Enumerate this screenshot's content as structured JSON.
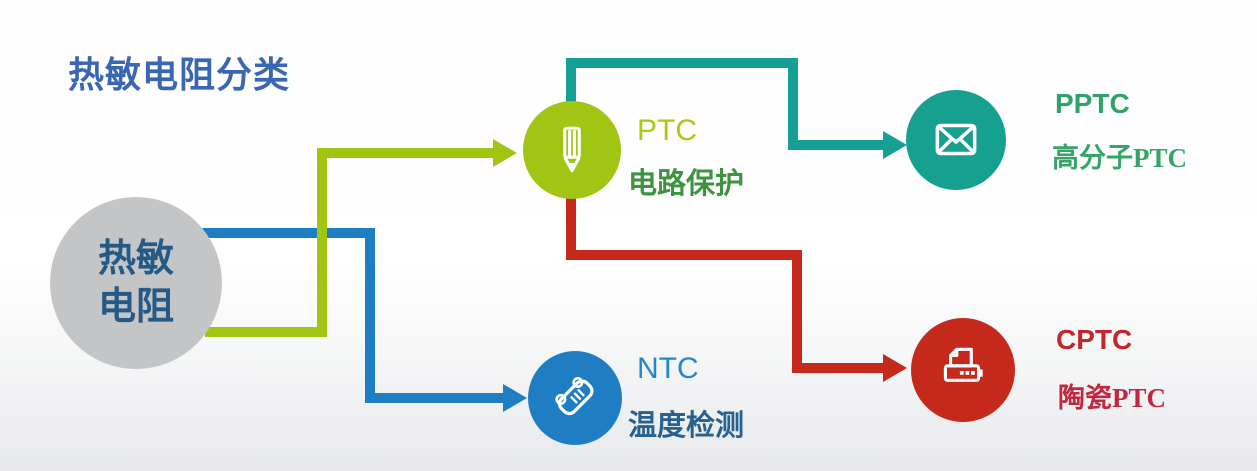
{
  "title": "热敏电阻分类",
  "root": {
    "label_line1": "热敏",
    "label_line2": "电阻",
    "icon": "none",
    "circle_color": "#c4c5c7",
    "text_color": "#255a87"
  },
  "nodes": {
    "ptc": {
      "label": "PTC",
      "sublabel": "电路保护",
      "icon": "pencil-icon",
      "circle_color": "#a0c513",
      "label_color": "#a6cb15",
      "sublabel_color": "#3d9440"
    },
    "ntc": {
      "label": "NTC",
      "sublabel": "温度检测",
      "icon": "scroll-icon",
      "circle_color": "#1f7ec3",
      "label_color": "#2089cd",
      "sublabel_color": "#27618f"
    },
    "pptc": {
      "label": "PPTC",
      "sublabel": "高分子PTC",
      "icon": "envelope-icon",
      "circle_color": "#16a08f",
      "label_color": "#2ea269",
      "sublabel_color": "#35a567"
    },
    "cptc": {
      "label": "CPTC",
      "sublabel": "陶瓷PTC",
      "icon": "printer-icon",
      "circle_color": "#c5291c",
      "label_color": "#c1272d",
      "sublabel_color": "#c22741"
    }
  },
  "connectors": {
    "root_to_ptc_color": "#a2c512",
    "root_to_ntc_color": "#1f7ec3",
    "ptc_to_pptc_color": "#16a095",
    "ptc_to_cptc_color": "#c5291c"
  },
  "title_color": "#3a67b4",
  "background_colors": [
    "#ffffff",
    "#e7e8ea"
  ]
}
